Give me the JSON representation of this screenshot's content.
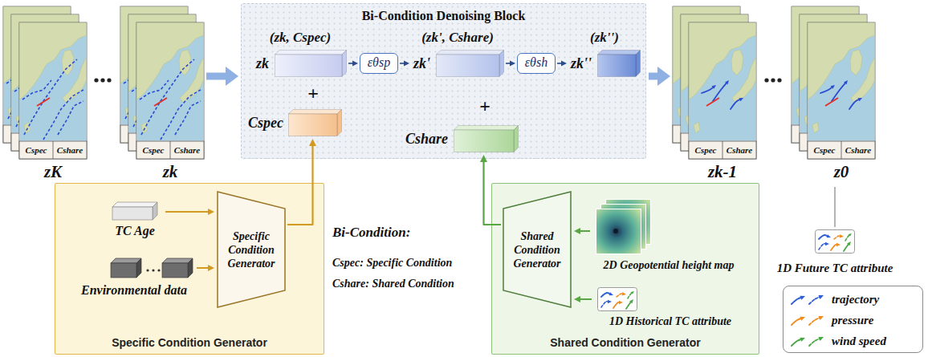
{
  "diagram": {
    "nodes": [
      {
        "text": [
          "Cspec",
          "Cshare",
          "zK"
        ]
      },
      {
        "text": [
          "Cspec",
          "Cshare",
          "zk"
        ]
      },
      {
        "text": [
          "Bi-Condition Denoising Block"
        ]
      },
      {
        "text": [
          "zk"
        ],
        "in": 2
      },
      {
        "text": [
          "εθsp"
        ],
        "in": 2
      },
      {
        "text": [
          "zk'"
        ],
        "in": 2
      },
      {
        "text": [
          "εθsh"
        ],
        "in": 2
      },
      {
        "text": [
          "zk''"
        ],
        "in": 2
      },
      {
        "text": [
          "Cspec"
        ],
        "in": 2
      },
      {
        "text": [
          "Cshare"
        ],
        "in": 2
      },
      {
        "text": [
          "Cspec",
          "Cshare",
          "zk-1"
        ]
      },
      {
        "text": [
          "Cspec",
          "Cshare",
          "z0"
        ]
      },
      {
        "text": [
          "Specific Condition Generator"
        ]
      },
      {
        "text": [
          "TC Age"
        ],
        "in": 12
      },
      {
        "text": [
          "Environmental data"
        ],
        "in": 12
      },
      {
        "text": [
          "Specific Condition Generator"
        ],
        "in": 12
      },
      {
        "text": [
          "Shared Condition Generator"
        ]
      },
      {
        "text": [
          "Shared Condition Generator"
        ],
        "in": 16
      },
      {
        "text": [
          "2D Geopotential height map"
        ],
        "in": 16
      },
      {
        "text": [
          "1D Historical TC attribute"
        ],
        "in": 16
      },
      {
        "text": [
          "1D Future TC attribute"
        ]
      }
    ],
    "edges": [
      {
        "from": 1,
        "to": 2,
        "arrow": "to"
      },
      {
        "from": 2,
        "to": 10,
        "arrow": "to"
      },
      {
        "from": 3,
        "to": 4,
        "arrow": "to"
      },
      {
        "from": 4,
        "to": 5,
        "arrow": "to"
      },
      {
        "from": 5,
        "to": 6,
        "arrow": "to"
      },
      {
        "from": 6,
        "to": 7,
        "arrow": "to"
      },
      {
        "from": 15,
        "to": 8,
        "arrow": "to"
      },
      {
        "from": 17,
        "to": 9,
        "arrow": "to"
      },
      {
        "from": 13,
        "to": 15,
        "arrow": "to"
      },
      {
        "from": 14,
        "to": 15,
        "arrow": "to"
      },
      {
        "from": 18,
        "to": 17,
        "arrow": "to"
      },
      {
        "from": 19,
        "to": 17,
        "arrow": "to"
      },
      {
        "from": 11,
        "to": 20,
        "arrow": "none"
      }
    ],
    "labels": [
      "(zk, Cspec)",
      "(zk', Cshare)",
      "(zk'')",
      "+",
      "+",
      "Bi-Condition:",
      "Cspec: Specific Condition",
      "Cshare: Shared Condition"
    ],
    "legend": [
      {
        "text": "trajectory"
      },
      {
        "text": "pressure"
      },
      {
        "text": "wind speed"
      }
    ]
  }
}
